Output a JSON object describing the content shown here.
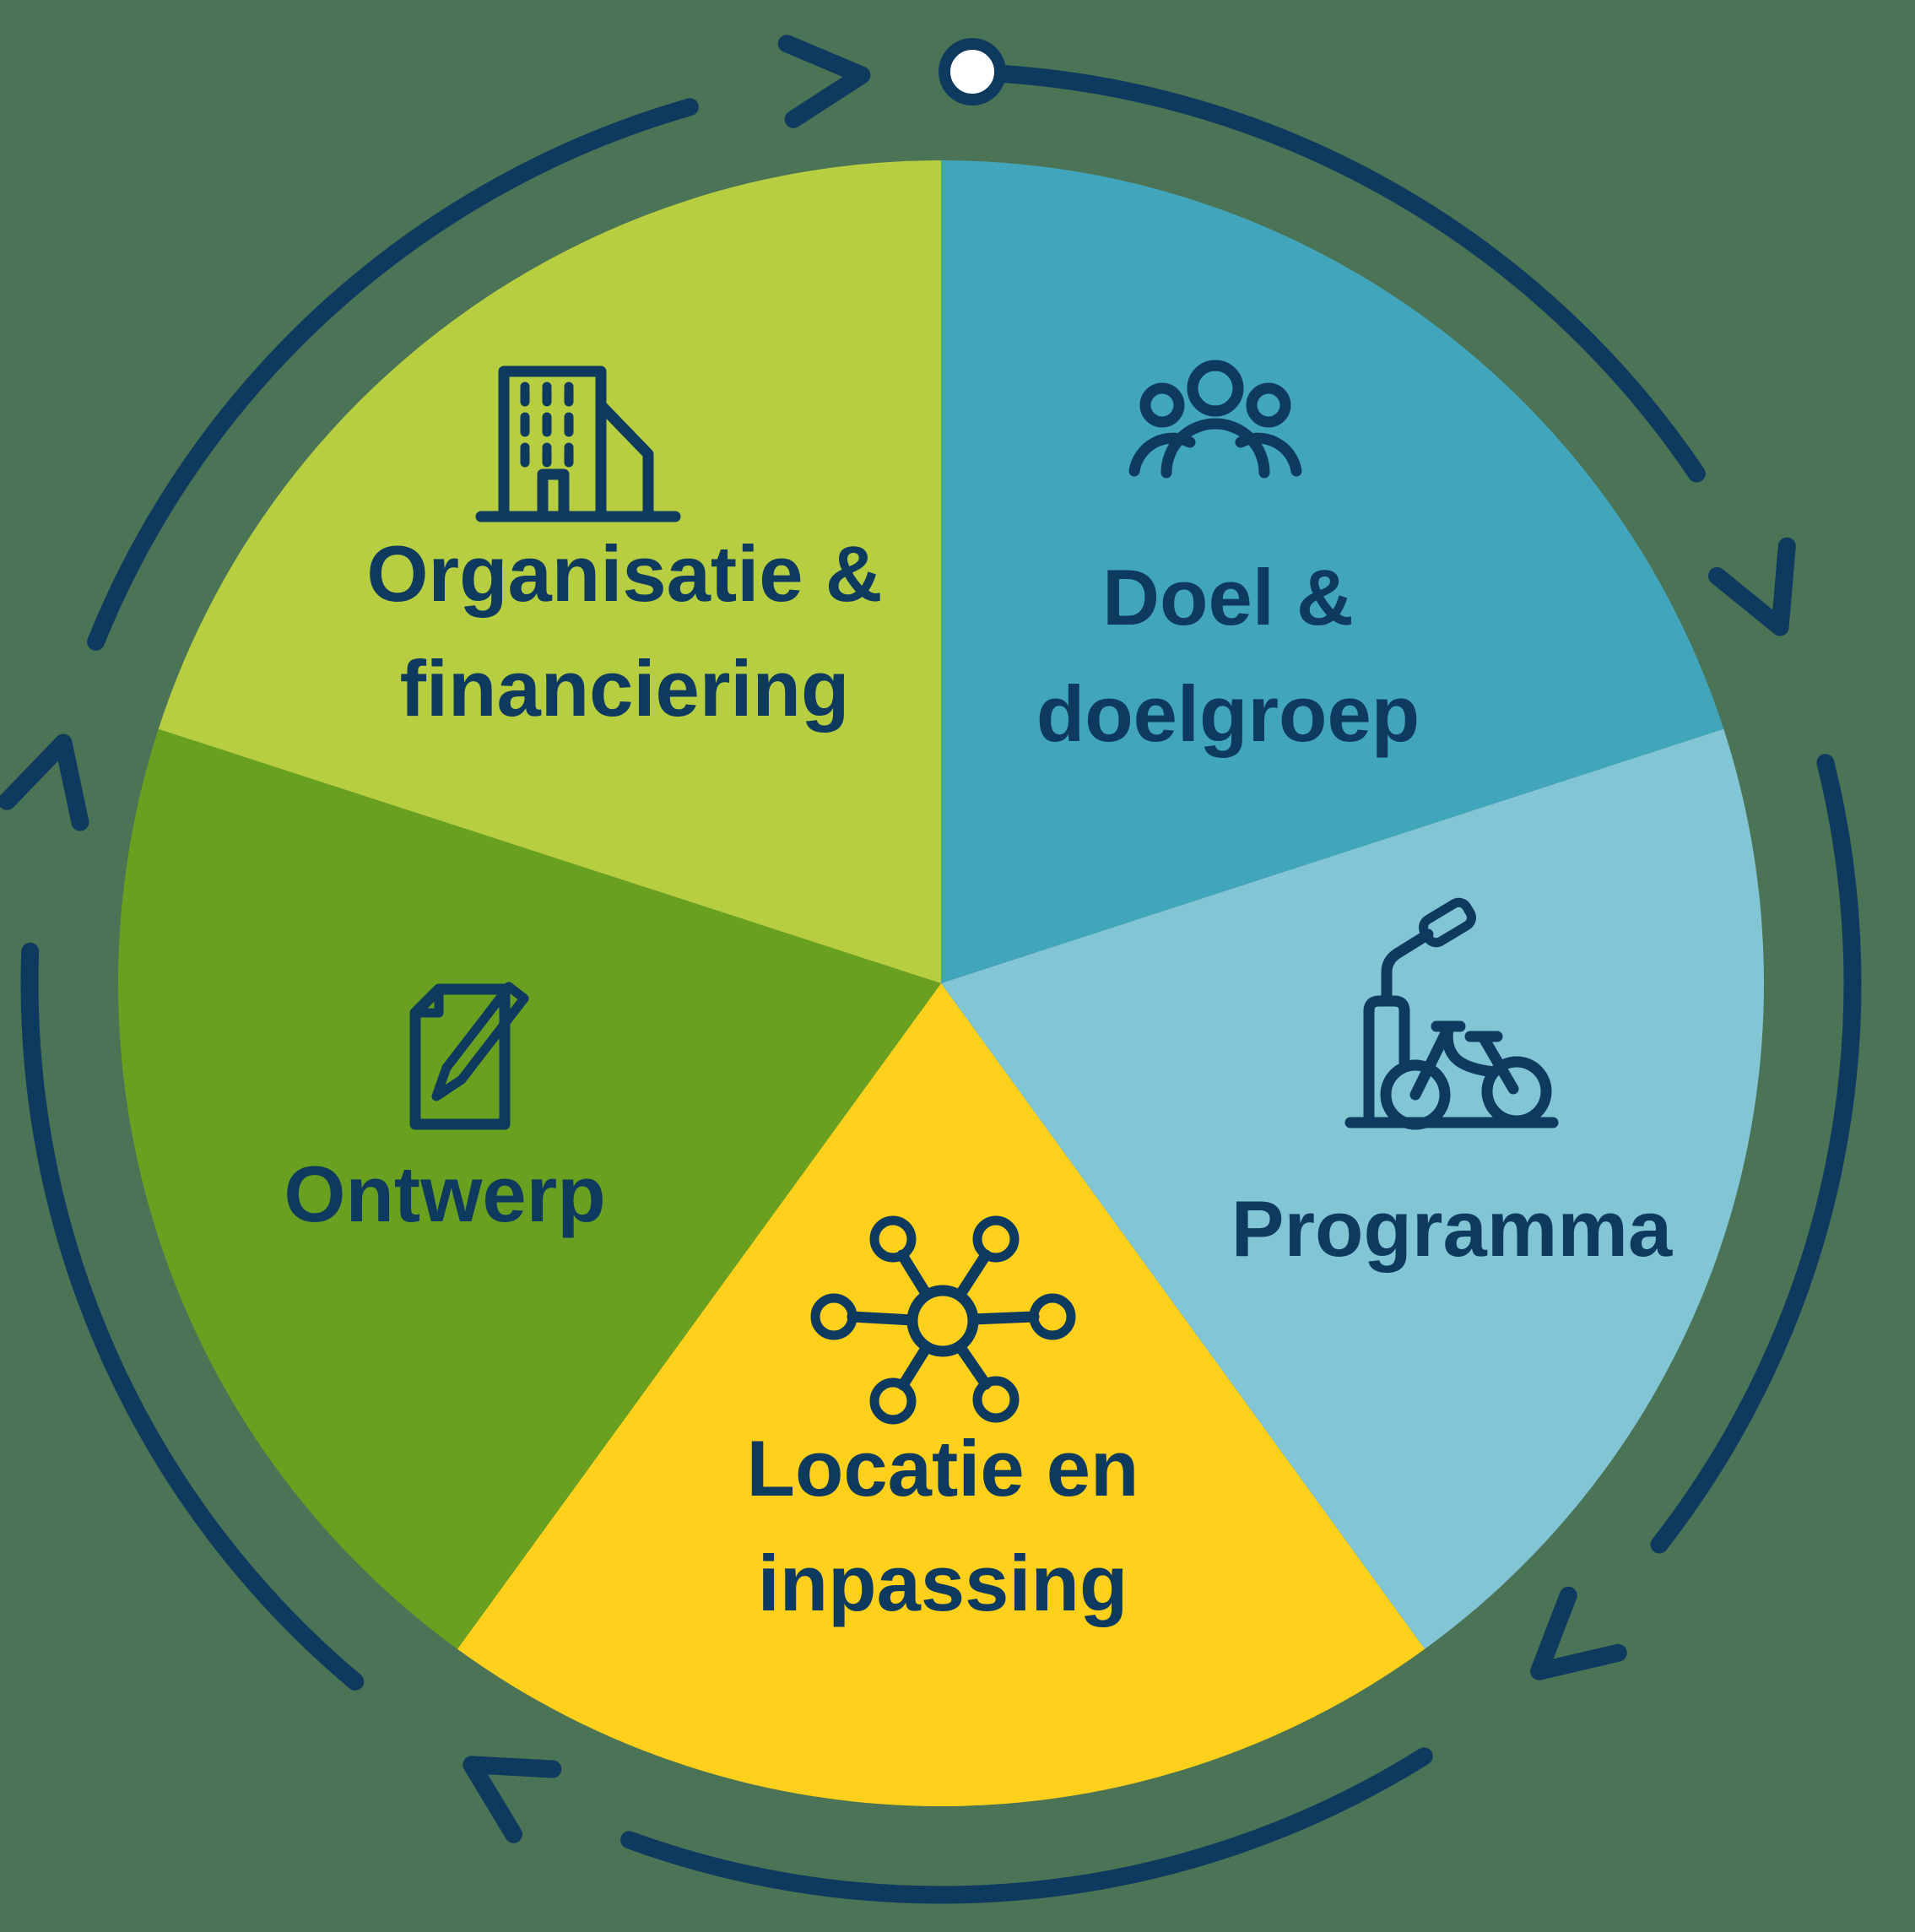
{
  "diagram": {
    "type": "cycle",
    "direction": "clockwise",
    "start_marker": "white-dot-at-top",
    "segments": [
      {
        "id": "doel-doelgroep",
        "label_lines": [
          "Doel &",
          "doelgroep"
        ],
        "icon": "people-icon",
        "color": "#41a5bc"
      },
      {
        "id": "programma",
        "label_lines": [
          "Programma"
        ],
        "icon": "bike-station-icon",
        "color": "#82c5d4"
      },
      {
        "id": "locatie-inpassing",
        "label_lines": [
          "Locatie en",
          "inpassing"
        ],
        "icon": "network-hub-icon",
        "color": "#fdd01b"
      },
      {
        "id": "ontwerp",
        "label_lines": [
          "Ontwerp"
        ],
        "icon": "document-pencil-icon",
        "color": "#6aa020"
      },
      {
        "id": "organisatie-financiering",
        "label_lines": [
          "Organisatie &",
          "financiering"
        ],
        "icon": "building-icon",
        "color": "#b7ce40"
      }
    ]
  },
  "colors": {
    "background": "#4b7355",
    "navy": "#0f3a5f",
    "white": "#ffffff"
  }
}
